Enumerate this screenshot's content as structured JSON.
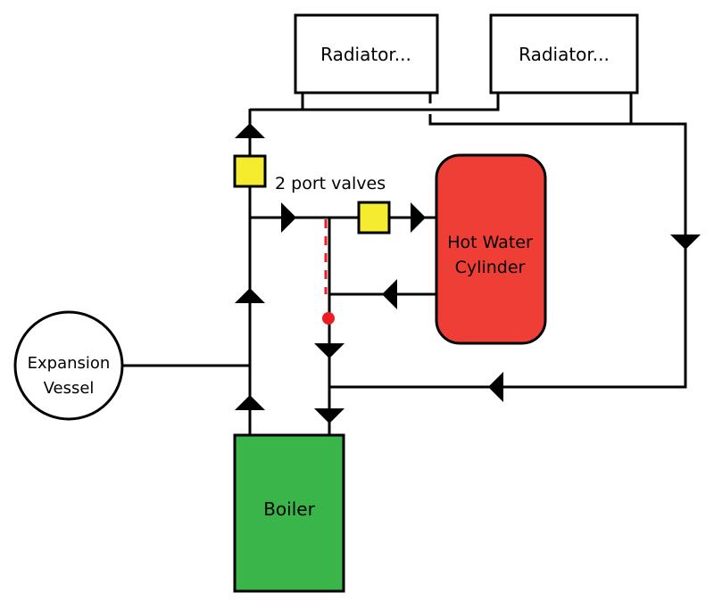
{
  "title": "Central heating system diagram",
  "components": {
    "radiator_1": {
      "label": "Radiator..."
    },
    "radiator_2": {
      "label": "Radiator..."
    },
    "hot_water_cylinder": {
      "label_line1": "Hot Water",
      "label_line2": "Cylinder",
      "color": "#ef3e36"
    },
    "boiler": {
      "label": "Boiler",
      "color": "#39b54a"
    },
    "expansion_vessel": {
      "label_line1": "Expansion",
      "label_line2": "Vessel"
    },
    "valves": {
      "label": "2 port valves",
      "color": "#f5ec2f"
    },
    "bypass_marker": {
      "color": "#ed1c24"
    }
  }
}
